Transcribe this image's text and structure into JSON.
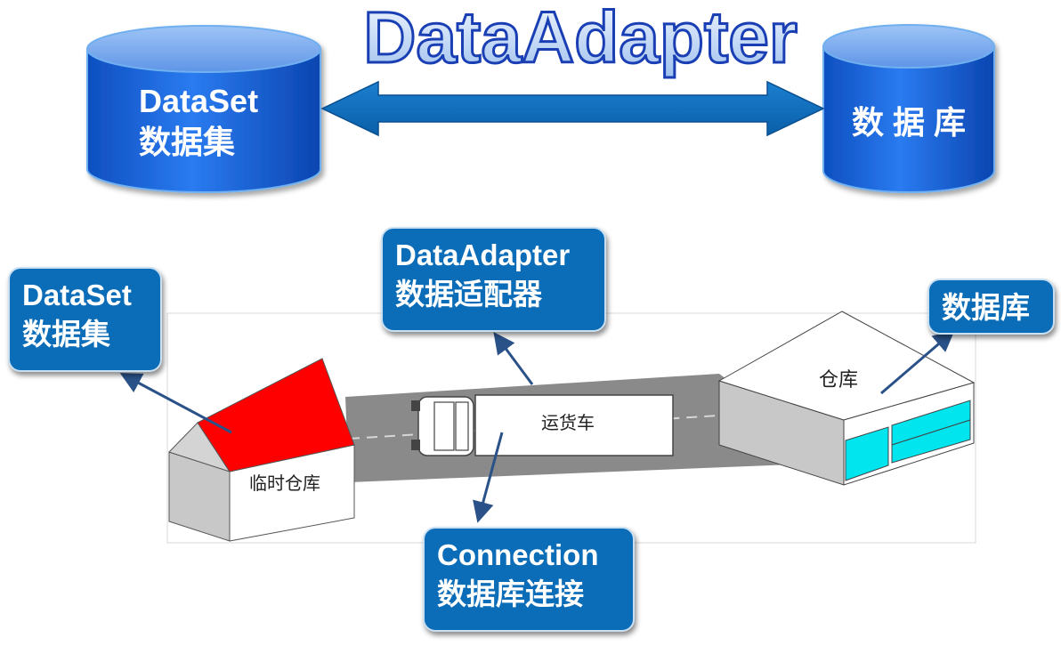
{
  "top": {
    "title": "DataAdapter",
    "left_cylinder": {
      "line1": "DataSet",
      "line2": "数据集"
    },
    "right_cylinder": {
      "label": "数 据 库"
    }
  },
  "scene": {
    "house_label": "临时仓库",
    "truck_label": "运货车",
    "warehouse_label": "仓库"
  },
  "callouts": {
    "dataset": {
      "line1": "DataSet",
      "line2": "数据集"
    },
    "adapter": {
      "line1": "DataAdapter",
      "line2": "数据适配器"
    },
    "database": {
      "line1": "数据库"
    },
    "connection": {
      "line1": "Connection",
      "line2": "数据库连接"
    }
  },
  "colors": {
    "cylinder_blue": "#1565d8",
    "arrow_blue": "#0b6cb8",
    "roof_red": "#ff0000",
    "road_gray": "#8a8a8a",
    "window_cyan": "#00e5ee"
  }
}
